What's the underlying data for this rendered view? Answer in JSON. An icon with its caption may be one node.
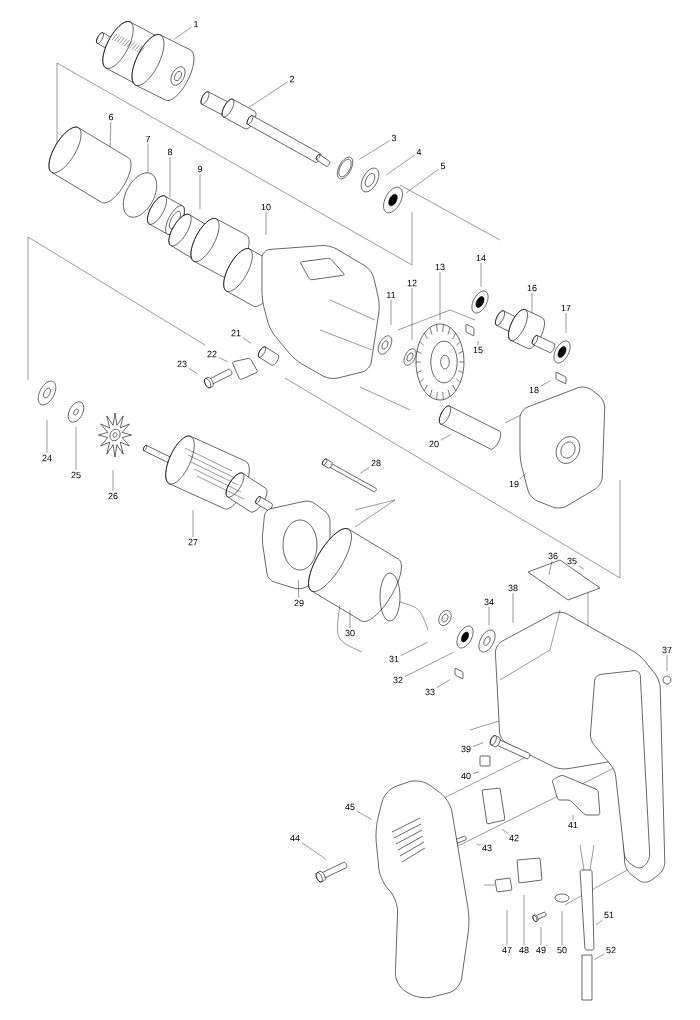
{
  "diagram": {
    "nodes": [
      {
        "text": [
          "1"
        ]
      },
      {
        "text": [
          "2"
        ]
      },
      {
        "text": [
          "3"
        ]
      },
      {
        "text": [
          "4"
        ]
      },
      {
        "text": [
          "5"
        ]
      },
      {
        "text": [
          "6"
        ]
      },
      {
        "text": [
          "7"
        ]
      },
      {
        "text": [
          "8"
        ]
      },
      {
        "text": [
          "9"
        ]
      },
      {
        "text": [
          "10"
        ]
      },
      {
        "text": [
          "11"
        ]
      },
      {
        "text": [
          "12"
        ]
      },
      {
        "text": [
          "13"
        ]
      },
      {
        "text": [
          "14"
        ]
      },
      {
        "text": [
          "15"
        ]
      },
      {
        "text": [
          "16"
        ]
      },
      {
        "text": [
          "17"
        ]
      },
      {
        "text": [
          "18"
        ]
      },
      {
        "text": [
          "19"
        ]
      },
      {
        "text": [
          "20"
        ]
      },
      {
        "text": [
          "21"
        ]
      },
      {
        "text": [
          "22"
        ]
      },
      {
        "text": [
          "23"
        ]
      },
      {
        "text": [
          "24"
        ]
      },
      {
        "text": [
          "25"
        ]
      },
      {
        "text": [
          "26"
        ]
      },
      {
        "text": [
          "27"
        ]
      },
      {
        "text": [
          "28"
        ]
      },
      {
        "text": [
          "29"
        ]
      },
      {
        "text": [
          "30"
        ]
      },
      {
        "text": [
          "31"
        ]
      },
      {
        "text": [
          "32"
        ]
      },
      {
        "text": [
          "33"
        ]
      },
      {
        "text": [
          "34"
        ]
      },
      {
        "text": [
          "35"
        ]
      },
      {
        "text": [
          "36"
        ]
      },
      {
        "text": [
          "37"
        ]
      },
      {
        "text": [
          "38"
        ]
      },
      {
        "text": [
          "39"
        ]
      },
      {
        "text": [
          "40"
        ]
      },
      {
        "text": [
          "41"
        ]
      },
      {
        "text": [
          "42"
        ]
      },
      {
        "text": [
          "43"
        ]
      },
      {
        "text": [
          "44"
        ]
      },
      {
        "text": [
          "45"
        ]
      },
      {
        "text": [
          "47"
        ]
      },
      {
        "text": [
          "48"
        ]
      },
      {
        "text": [
          "49"
        ]
      },
      {
        "text": [
          "50"
        ]
      },
      {
        "text": [
          "51"
        ]
      },
      {
        "text": [
          "52"
        ]
      }
    ],
    "edges": [
      {
        "from": 0,
        "to": null,
        "arrow": "none"
      },
      {
        "from": 1,
        "to": null,
        "arrow": "none"
      },
      {
        "from": 2,
        "to": null,
        "arrow": "none"
      },
      {
        "from": 3,
        "to": null,
        "arrow": "none"
      },
      {
        "from": 4,
        "to": null,
        "arrow": "none"
      },
      {
        "from": 5,
        "to": null,
        "arrow": "none"
      },
      {
        "from": 6,
        "to": null,
        "arrow": "none"
      },
      {
        "from": 7,
        "to": null,
        "arrow": "none"
      },
      {
        "from": 8,
        "to": null,
        "arrow": "none"
      },
      {
        "from": 9,
        "to": null,
        "arrow": "none"
      },
      {
        "from": 10,
        "to": null,
        "arrow": "none"
      },
      {
        "from": 11,
        "to": null,
        "arrow": "none"
      },
      {
        "from": 12,
        "to": null,
        "arrow": "none"
      },
      {
        "from": 13,
        "to": null,
        "arrow": "none"
      },
      {
        "from": 14,
        "to": null,
        "arrow": "none"
      },
      {
        "from": 15,
        "to": null,
        "arrow": "none"
      },
      {
        "from": 16,
        "to": null,
        "arrow": "none"
      },
      {
        "from": 17,
        "to": null,
        "arrow": "none"
      },
      {
        "from": 18,
        "to": null,
        "arrow": "none"
      },
      {
        "from": 19,
        "to": null,
        "arrow": "none"
      },
      {
        "from": 20,
        "to": null,
        "arrow": "none"
      },
      {
        "from": 21,
        "to": null,
        "arrow": "none"
      },
      {
        "from": 22,
        "to": null,
        "arrow": "none"
      },
      {
        "from": 23,
        "to": null,
        "arrow": "none"
      },
      {
        "from": 24,
        "to": null,
        "arrow": "none"
      },
      {
        "from": 25,
        "to": null,
        "arrow": "none"
      },
      {
        "from": 26,
        "to": null,
        "arrow": "none"
      },
      {
        "from": 27,
        "to": null,
        "arrow": "none"
      },
      {
        "from": 28,
        "to": null,
        "arrow": "none"
      },
      {
        "from": 29,
        "to": null,
        "arrow": "none"
      },
      {
        "from": 30,
        "to": null,
        "arrow": "none"
      },
      {
        "from": 31,
        "to": null,
        "arrow": "none"
      },
      {
        "from": 32,
        "to": null,
        "arrow": "none"
      },
      {
        "from": 33,
        "to": null,
        "arrow": "none"
      },
      {
        "from": 34,
        "to": null,
        "arrow": "none"
      },
      {
        "from": 35,
        "to": null,
        "arrow": "none"
      },
      {
        "from": 36,
        "to": null,
        "arrow": "none"
      },
      {
        "from": 37,
        "to": null,
        "arrow": "none"
      },
      {
        "from": 38,
        "to": null,
        "arrow": "none"
      },
      {
        "from": 39,
        "to": null,
        "arrow": "none"
      },
      {
        "from": 40,
        "to": null,
        "arrow": "none"
      },
      {
        "from": 41,
        "to": null,
        "arrow": "none"
      },
      {
        "from": 42,
        "to": null,
        "arrow": "none"
      },
      {
        "from": 43,
        "to": null,
        "arrow": "none"
      },
      {
        "from": 44,
        "to": null,
        "arrow": "none"
      },
      {
        "from": 45,
        "to": null,
        "arrow": "none"
      },
      {
        "from": 46,
        "to": null,
        "arrow": "none"
      },
      {
        "from": 47,
        "to": null,
        "arrow": "none"
      },
      {
        "from": 48,
        "to": null,
        "arrow": "none"
      },
      {
        "from": 49,
        "to": null,
        "arrow": "none"
      },
      {
        "from": 50,
        "to": null,
        "arrow": "none"
      }
    ]
  }
}
